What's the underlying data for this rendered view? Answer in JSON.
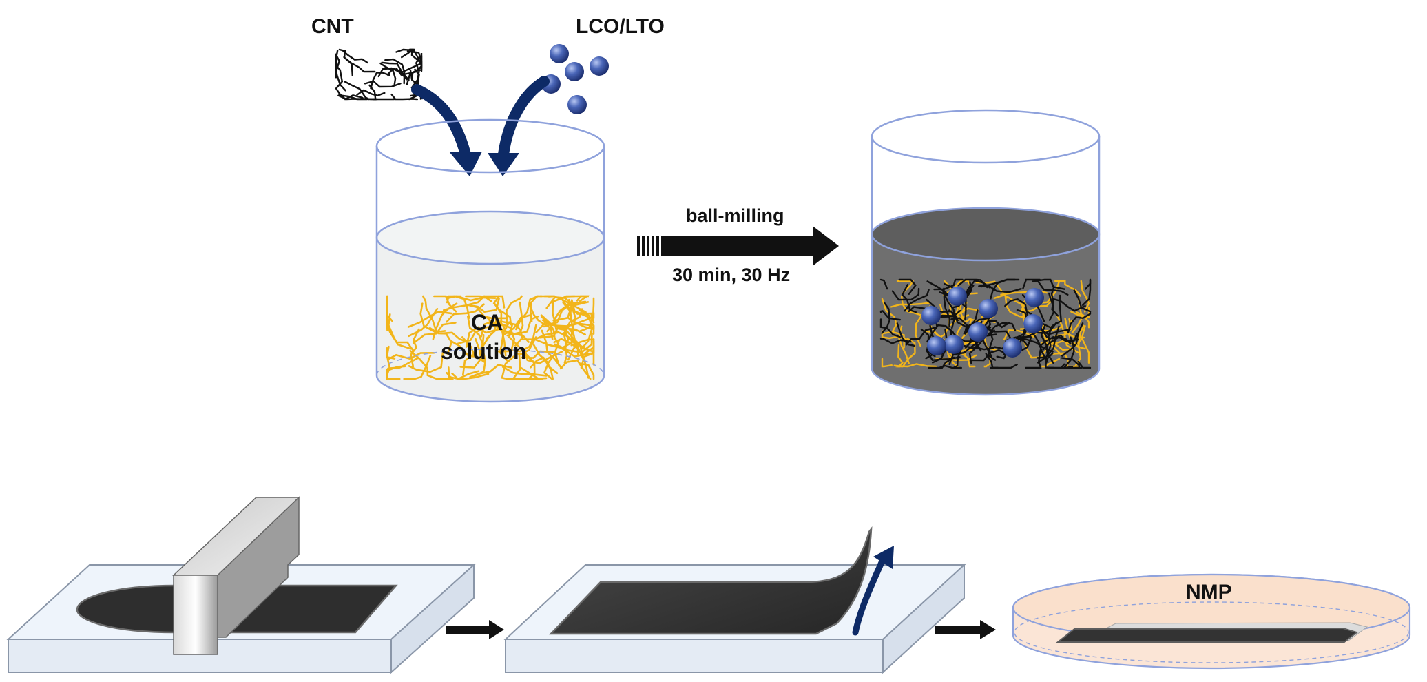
{
  "labels": {
    "cnt": "CNT",
    "lco_lto": "LCO/LTO",
    "ca_line1": "CA",
    "ca_line2": "solution",
    "process": "ball-milling",
    "conditions": "30 min, 30 Hz",
    "solvent": "NMP"
  },
  "colors": {
    "arrow_navy": "#0d2a66",
    "beaker_outline": "#8fa2dc",
    "ca_fiber": "#f2b51a",
    "particle_blue": "#3a56a6",
    "slurry": "#6e6e6e",
    "film": "#3c3c3c",
    "glass_plate": "#eef4fb",
    "dish_liquid": "#fae3d3"
  }
}
